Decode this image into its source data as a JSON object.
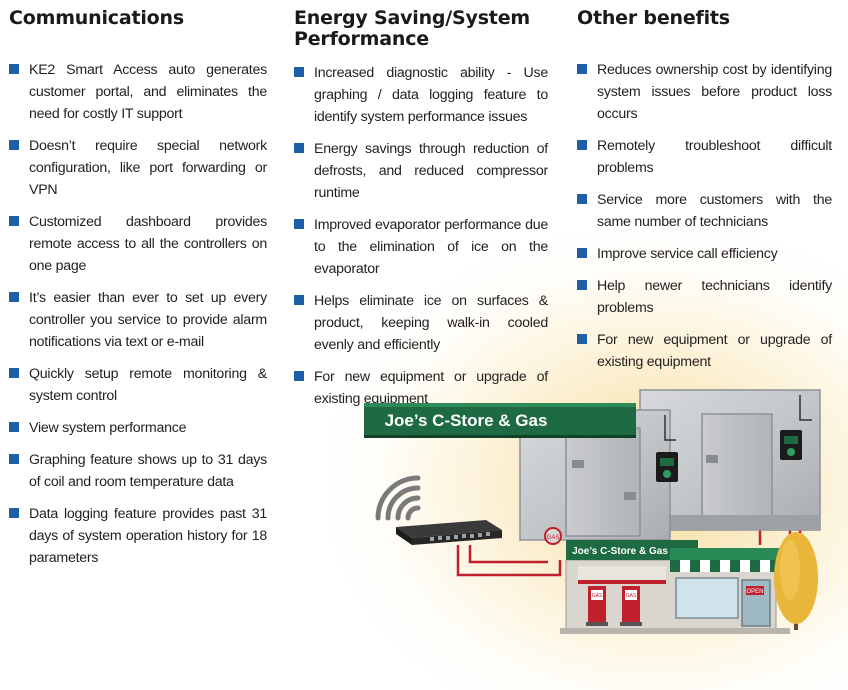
{
  "columns": [
    {
      "heading": "Communications",
      "items": [
        "KE2 Smart Access auto generates customer portal, and eliminates the need for costly IT support",
        "Doesn’t require special network configuration, like port forwarding or VPN",
        "Customized dashboard provides remote access to all the controllers on one page",
        "It’s easier than ever to set up every controller you service to provide alarm notifications via text or e-mail",
        "Quickly setup remote monitoring & system control",
        "View system performance",
        "Graphing feature shows up to 31 days of coil and room temperature data",
        "Data logging feature provides past 31 days of system operation history for 18 parameters"
      ]
    },
    {
      "heading": "Energy Saving/System Performance",
      "items": [
        "Increased diagnostic ability - Use graphing / data logging feature to identify system performance issues",
        "Energy savings through reduction of defrosts, and reduced compressor runtime",
        "Improved evaporator performance due to the elimination of ice on the evaporator",
        "Helps eliminate ice on surfaces & product, keeping walk-in cooled evenly and efficiently",
        "For new equipment or upgrade of existing equipment"
      ]
    },
    {
      "heading": "Other benefits",
      "items": [
        "Reduces ownership cost by identifying system issues before product loss occurs",
        "Remotely troubleshoot difficult problems",
        "Service more customers with the same number of technicians",
        "Improve service call efficiency",
        "Help newer technicians identify problems",
        "For new equipment or upgrade of existing equipment"
      ]
    }
  ],
  "illustration": {
    "store_sign": "Joe’s C-Store & Gas",
    "store_front_sign": "Joe’s C-Store & Gas",
    "open_sign": "OPEN",
    "gas_label": "GAS",
    "colors": {
      "sign_green": "#1e6b43",
      "bullet_blue": "#1f5fa5",
      "wire_red": "#c0202b",
      "glow": "#f5d68c"
    }
  }
}
